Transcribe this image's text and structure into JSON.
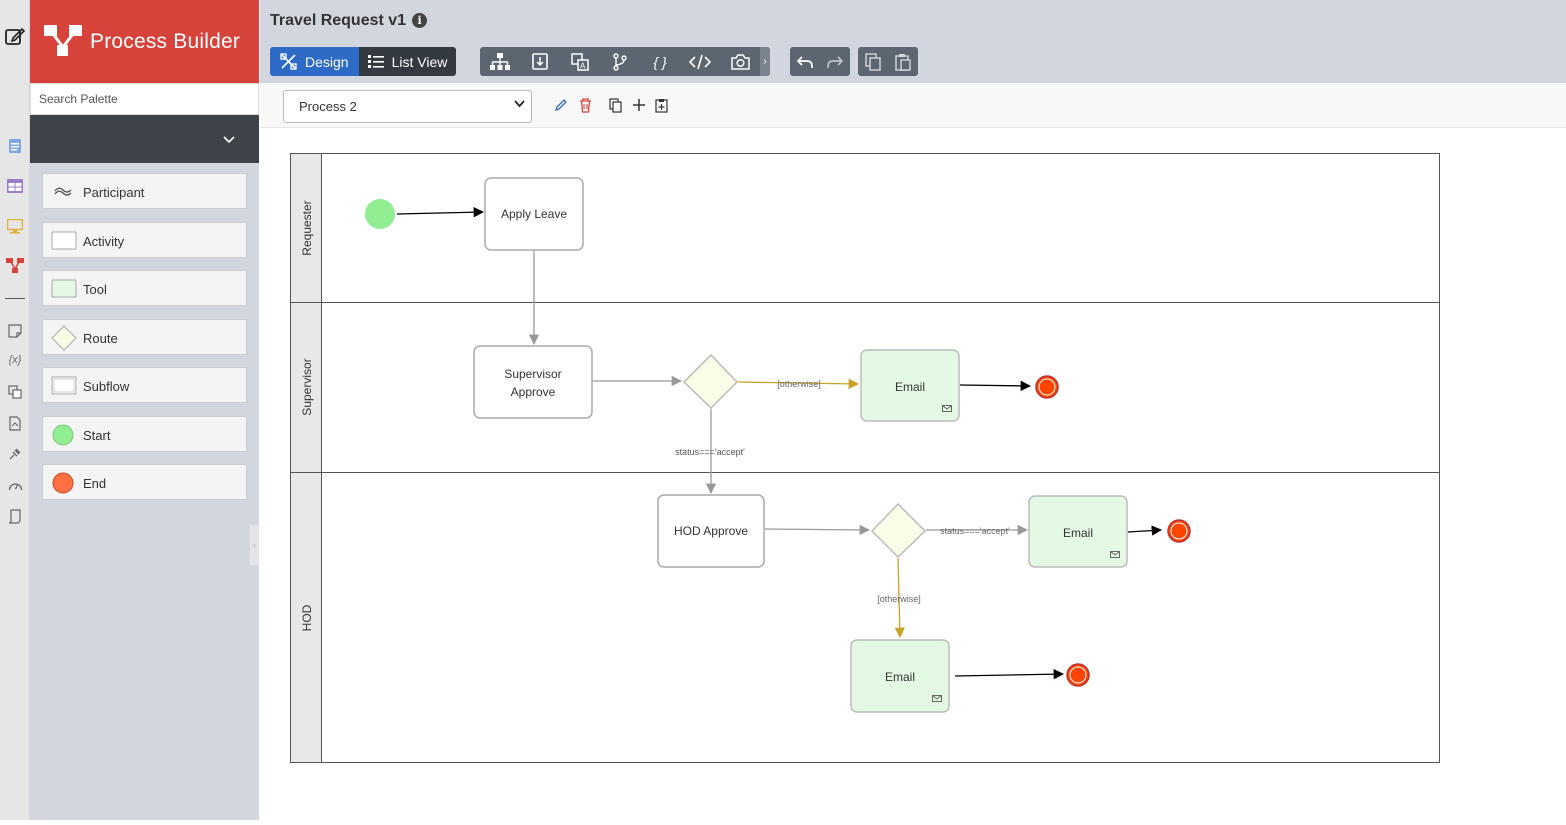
{
  "app": {
    "title": "Process Builder"
  },
  "process": {
    "title": "Travel Request v1",
    "info_glyph": "i"
  },
  "toolbar": {
    "design_label": "Design",
    "list_view_label": "List View",
    "tools": [
      "org-chart-icon",
      "export-icon",
      "translate-icon",
      "branch-icon",
      "variables-icon",
      "code-icon",
      "camera-icon"
    ],
    "history": [
      "undo-icon",
      "redo-icon"
    ],
    "clipboard": [
      "copy-icon",
      "paste-icon"
    ]
  },
  "palette": {
    "search_placeholder": "Search Palette",
    "items": [
      {
        "label": "Participant",
        "icon": "participant-icon"
      },
      {
        "label": "Activity",
        "icon": "activity-icon"
      },
      {
        "label": "Tool",
        "icon": "tool-icon"
      },
      {
        "label": "Route",
        "icon": "route-icon"
      },
      {
        "label": "Subflow",
        "icon": "subflow-icon"
      },
      {
        "label": "Start",
        "icon": "start-icon"
      },
      {
        "label": "End",
        "icon": "end-icon"
      }
    ]
  },
  "process_select": {
    "value": "Process 2"
  },
  "diagram": {
    "lanes": [
      "Requester",
      "Supervisor",
      "HOD"
    ],
    "nodes": {
      "apply_leave": "Apply Leave",
      "supervisor_approve_1": "Supervisor",
      "supervisor_approve_2": "Approve",
      "hod_approve": "HOD Approve",
      "email_1": "Email",
      "email_2": "Email",
      "email_3": "Email"
    },
    "edge_labels": {
      "otherwise_1": "[otherwise]",
      "accept_1": "status==='accept'",
      "accept_2": "status==='accept'",
      "otherwise_2": "[otherwise]"
    }
  },
  "colors": {
    "brand": "#d7433b",
    "design_active": "#2d6bc6",
    "tool_fill": "#e4f9e4",
    "route_fill": "#fbfce8",
    "start": "#90ee90",
    "end": "#ff4500",
    "condition_edge": "#c9a227"
  }
}
